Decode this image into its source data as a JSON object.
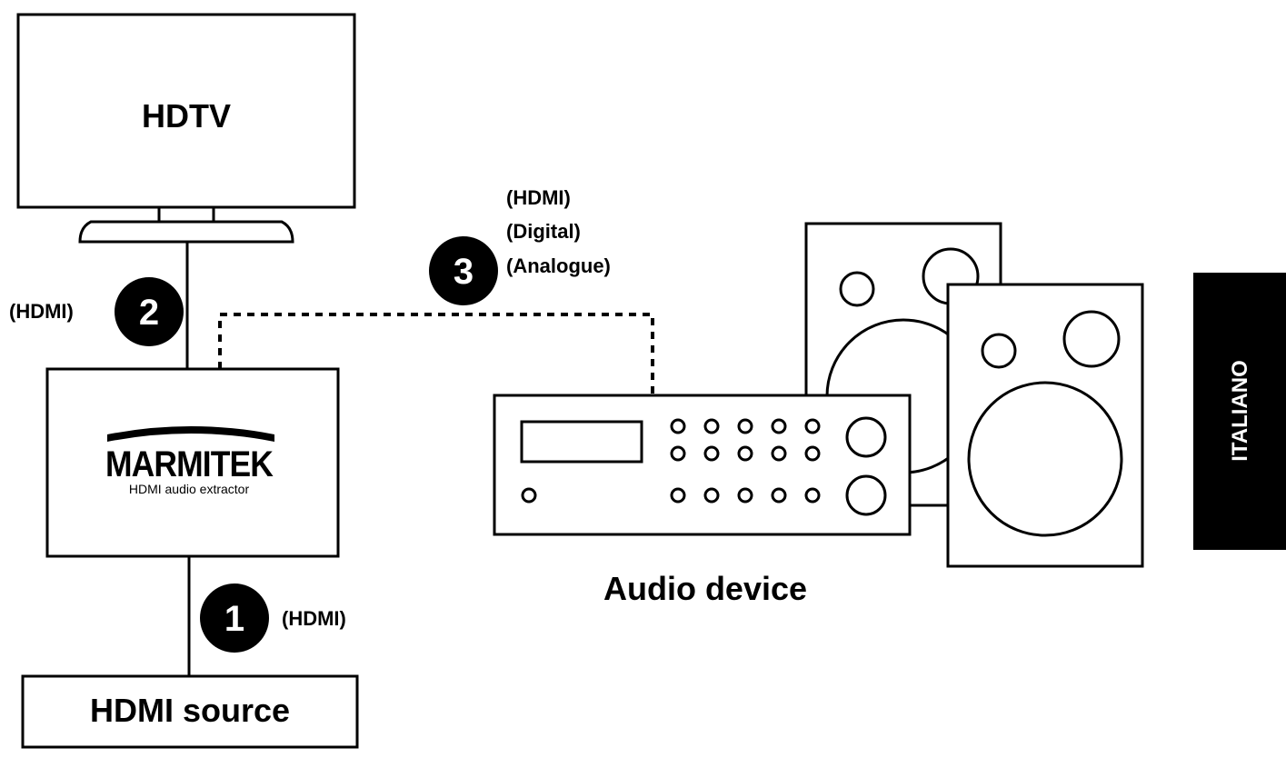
{
  "devices": {
    "hdtv": "HDTV",
    "source": "HDMI source",
    "audio_device": "Audio device",
    "extractor_brand": "MARMITEK",
    "extractor_sub": "HDMI audio extractor"
  },
  "connections": [
    {
      "number": "1",
      "labels": [
        "(HDMI)"
      ]
    },
    {
      "number": "2",
      "labels": [
        "(HDMI)"
      ]
    },
    {
      "number": "3",
      "labels": [
        "(HDMI)",
        "(Digital)",
        "(Analogue)"
      ]
    }
  ],
  "side_tab": "ITALIANO"
}
